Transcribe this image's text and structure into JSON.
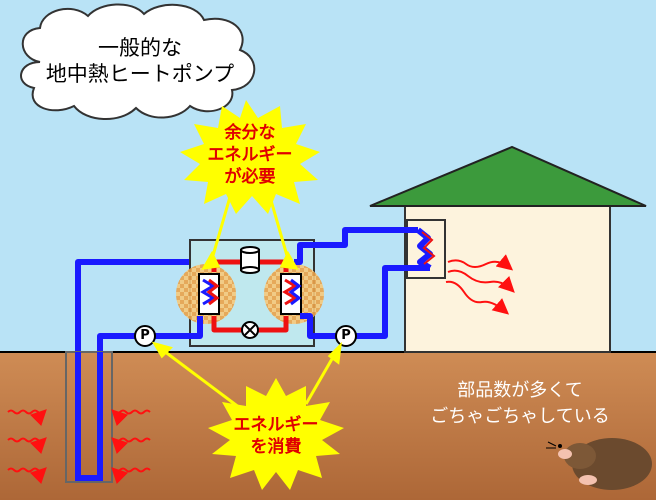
{
  "title": {
    "line1": "一般的な",
    "line2": "地中熱ヒートポンプ"
  },
  "callout_top": {
    "line1": "余分な",
    "line2": "エネルギー",
    "line3": "が必要"
  },
  "callout_bottom": {
    "line1": "エネルギー",
    "line2": "を消費"
  },
  "pump_label": "P",
  "note": {
    "line1": "部品数が多くて",
    "line2": "ごちゃごちゃしている"
  },
  "colors": {
    "sky": "#b9e3f6",
    "ground_top": "#cc8a52",
    "ground_bottom": "#b06a3a",
    "pipe": "#1a1aff",
    "hot_pipe": "#ee1111",
    "heat_arrow": "#ff1010",
    "burst": "#ffff00",
    "roof": "#3c9a3c",
    "house": "#fdf3dd",
    "unit": "#bfe8ee"
  }
}
